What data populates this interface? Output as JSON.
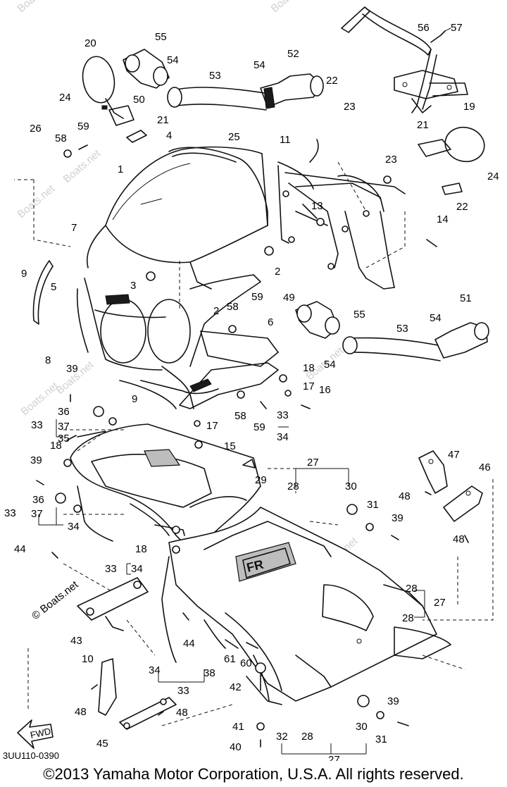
{
  "diagram": {
    "part_numbers": [
      "55",
      "57",
      "56",
      "20",
      "54",
      "52",
      "53",
      "54",
      "50",
      "22",
      "24",
      "21",
      "23",
      "19",
      "26",
      "58",
      "59",
      "4",
      "25",
      "11",
      "21",
      "23",
      "1",
      "13",
      "24",
      "22",
      "14",
      "7",
      "3",
      "2",
      "9",
      "5",
      "2",
      "58",
      "59",
      "49",
      "55",
      "51",
      "54",
      "53",
      "6",
      "54",
      "8",
      "18",
      "17",
      "16",
      "39",
      "9",
      "36",
      "33",
      "37",
      "35",
      "17",
      "58",
      "59",
      "33",
      "15",
      "34",
      "18",
      "27",
      "39",
      "29",
      "28",
      "30",
      "47",
      "46",
      "36",
      "31",
      "48",
      "33",
      "37",
      "34",
      "39",
      "48",
      "44",
      "18",
      "34",
      "33",
      "28",
      "27",
      "28",
      "43",
      "44",
      "10",
      "61",
      "60",
      "34",
      "38",
      "33",
      "42",
      "48",
      "48",
      "39",
      "41",
      "30",
      "45",
      "32",
      "28",
      "31",
      "40",
      "27"
    ],
    "watermark_text": "Boats.net",
    "corner_watermark": "© Boats.net",
    "diagram_code": "3UU110-0390",
    "fwd_label": "FWD"
  },
  "footer": {
    "copyright": "©2013 Yamaha Motor Corporation, U.S.A. All rights reserved."
  }
}
